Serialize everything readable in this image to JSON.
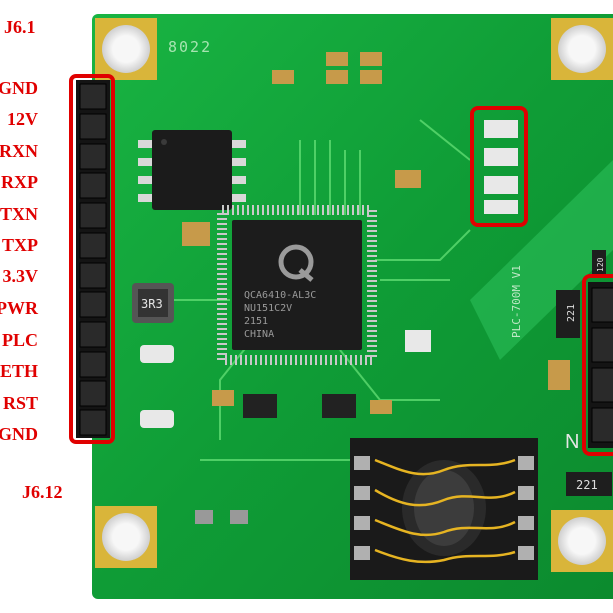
{
  "connector_top": "J6.1",
  "connector_bottom": "J6.12",
  "pins": [
    "GND",
    "12V",
    "RXN",
    "RXP",
    "TXN",
    "TXP",
    "3.3V",
    "PWR",
    "PLC",
    "ETH",
    "RST",
    "GND"
  ],
  "board": {
    "silkscreen_code": "8022",
    "model": "PLC-700M V1",
    "inductor_marking": "3R3",
    "chip_lines": [
      "QCA6410-AL3C",
      "NU151C2V",
      "2151",
      "CHINA"
    ],
    "resistor_left": "221",
    "resistor_bottom": "221",
    "resistor_top_right": "120",
    "edge_letter": "N"
  },
  "colors": {
    "pcb": "#10a83a",
    "highlight": "#e00000",
    "label": "#e00000",
    "gold": "#d9b53a"
  }
}
